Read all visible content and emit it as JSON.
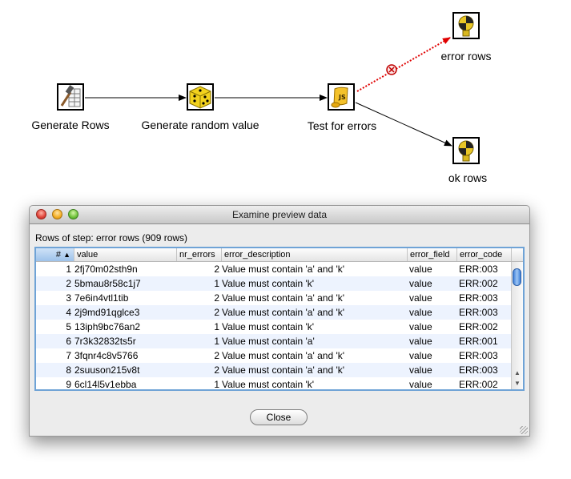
{
  "flow": {
    "steps": {
      "generate_rows": "Generate Rows",
      "generate_random": "Generate random value",
      "test_errors": "Test for errors",
      "error_rows": "error rows",
      "ok_rows": "ok rows"
    }
  },
  "dialog": {
    "title": "Examine preview data",
    "caption": "Rows of step: error rows (909 rows)",
    "columns": [
      "#",
      "value",
      "nr_errors",
      "error_description",
      "error_field",
      "error_code"
    ],
    "rows": [
      [
        "1",
        "2fj70m02sth9n",
        "2",
        "Value must contain 'a' and 'k'",
        "value",
        "ERR:003"
      ],
      [
        "2",
        "5bmau8r58c1j7",
        "1",
        "Value must contain 'k'",
        "value",
        "ERR:002"
      ],
      [
        "3",
        "7e6in4vtl1tib",
        "2",
        "Value must contain 'a' and 'k'",
        "value",
        "ERR:003"
      ],
      [
        "4",
        "2j9md91qglce3",
        "2",
        "Value must contain 'a' and 'k'",
        "value",
        "ERR:003"
      ],
      [
        "5",
        "13iph9bc76an2",
        "1",
        "Value must contain 'k'",
        "value",
        "ERR:002"
      ],
      [
        "6",
        "7r3k32832ts5r",
        "1",
        "Value must contain 'a'",
        "value",
        "ERR:001"
      ],
      [
        "7",
        "3fqnr4c8v5766",
        "2",
        "Value must contain 'a' and 'k'",
        "value",
        "ERR:003"
      ],
      [
        "8",
        "2suuson215v8t",
        "2",
        "Value must contain 'a' and 'k'",
        "value",
        "ERR:003"
      ],
      [
        "9",
        "6cl14l5v1ebba",
        "1",
        "Value must contain 'k'",
        "value",
        "ERR:002"
      ]
    ],
    "close_label": "Close"
  },
  "icons": {
    "generate_rows": "table-hammer-icon",
    "generate_random": "dice-icon",
    "test_errors": "javascript-scroll-icon",
    "error_rows": "dummy-crash-test-icon",
    "ok_rows": "dummy-crash-test-icon",
    "error_hop": "error-circle-icon"
  },
  "colors": {
    "error_hop": "#e00000",
    "selection_blue": "#6fa3d6"
  }
}
